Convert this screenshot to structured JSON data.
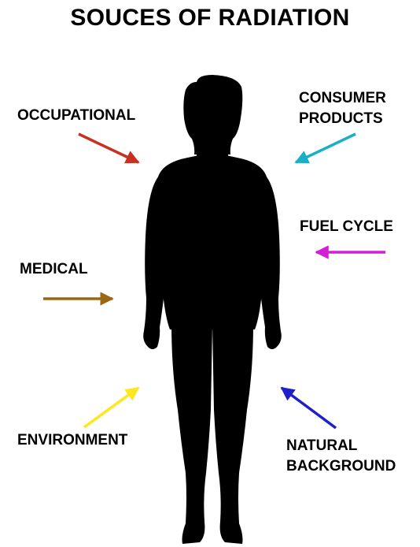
{
  "title": "SOUCES OF RADIATION",
  "sources": {
    "occupational": {
      "label": "OCCUPATIONAL",
      "color": "#c8301f"
    },
    "consumer": {
      "lines": [
        "CONSUMER",
        "PRODUCTS"
      ],
      "color": "#1ab0c4"
    },
    "fuel": {
      "label": "FUEL CYCLE",
      "color": "#d21fd6"
    },
    "medical": {
      "label": "MEDICAL",
      "color": "#9a6812"
    },
    "environment": {
      "label": "ENVIRONMENT",
      "color": "#ffe61e"
    },
    "natural": {
      "lines": [
        "NATURAL",
        "BACKGROUND"
      ],
      "color": "#1f20c8"
    }
  },
  "icons": {
    "figure": "human-silhouette-icon"
  }
}
